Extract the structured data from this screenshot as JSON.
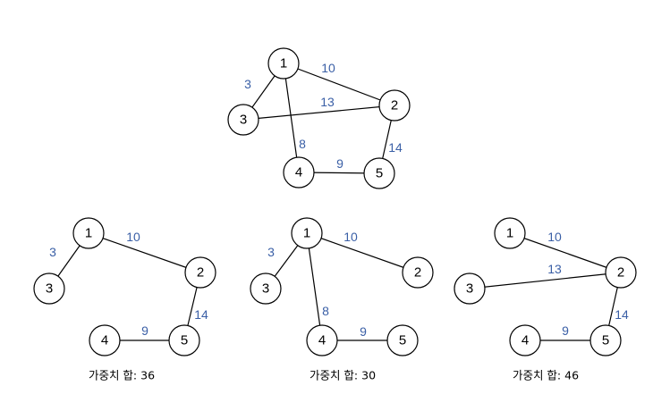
{
  "colors": {
    "weight": "#3a5fa6",
    "stroke": "#000000",
    "background": "#ffffff"
  },
  "graphs": [
    {
      "id": "original",
      "nodes": [
        "1",
        "2",
        "3",
        "4",
        "5"
      ],
      "edges": [
        {
          "from": "1",
          "to": "3",
          "weight": "3"
        },
        {
          "from": "1",
          "to": "2",
          "weight": "10"
        },
        {
          "from": "3",
          "to": "2",
          "weight": "13"
        },
        {
          "from": "1",
          "to": "4",
          "weight": "8"
        },
        {
          "from": "2",
          "to": "5",
          "weight": "14"
        },
        {
          "from": "4",
          "to": "5",
          "weight": "9"
        }
      ],
      "caption": ""
    },
    {
      "id": "tree-a",
      "nodes": [
        "1",
        "2",
        "3",
        "4",
        "5"
      ],
      "edges": [
        {
          "from": "1",
          "to": "3",
          "weight": "3"
        },
        {
          "from": "1",
          "to": "2",
          "weight": "10"
        },
        {
          "from": "2",
          "to": "5",
          "weight": "14"
        },
        {
          "from": "4",
          "to": "5",
          "weight": "9"
        }
      ],
      "caption": "가중치 합: 36"
    },
    {
      "id": "tree-b",
      "nodes": [
        "1",
        "2",
        "3",
        "4",
        "5"
      ],
      "edges": [
        {
          "from": "1",
          "to": "3",
          "weight": "3"
        },
        {
          "from": "1",
          "to": "2",
          "weight": "10"
        },
        {
          "from": "1",
          "to": "4",
          "weight": "8"
        },
        {
          "from": "4",
          "to": "5",
          "weight": "9"
        }
      ],
      "caption": "가중치 합: 30"
    },
    {
      "id": "tree-c",
      "nodes": [
        "1",
        "2",
        "3",
        "4",
        "5"
      ],
      "edges": [
        {
          "from": "1",
          "to": "2",
          "weight": "10"
        },
        {
          "from": "3",
          "to": "2",
          "weight": "13"
        },
        {
          "from": "2",
          "to": "5",
          "weight": "14"
        },
        {
          "from": "4",
          "to": "5",
          "weight": "9"
        }
      ],
      "caption": "가중치 합: 46"
    }
  ]
}
